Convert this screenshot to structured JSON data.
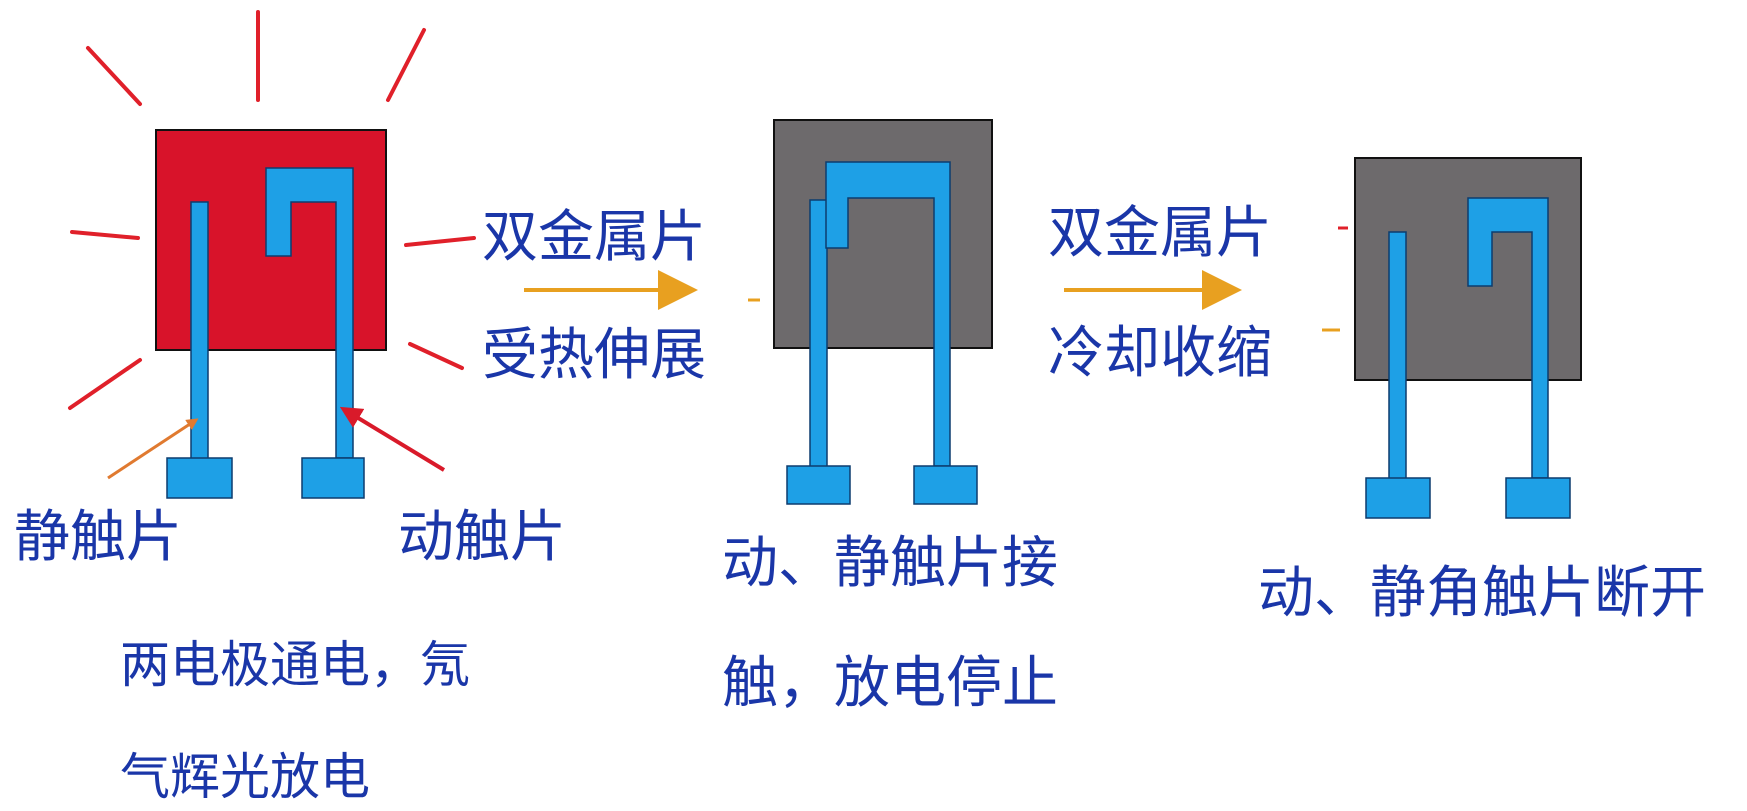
{
  "colors": {
    "text": "#1a36a8",
    "rays": "#e0202a",
    "bulb_glow": "#d8132a",
    "bulb_off": "#6d6a6c",
    "contact": "#1ea0e6",
    "arrow": "#e8a020",
    "pointer_static": "#e07a30",
    "pointer_moving": "#d91a2a"
  },
  "stage1": {
    "static_contact_label": "静触片",
    "moving_contact_label": "动触片",
    "caption_line1": "两电极通电，氖",
    "caption_line2": "气辉光放电"
  },
  "transition1": {
    "line1": "双金属片",
    "line2": "受热伸展"
  },
  "stage2": {
    "caption_line1": "动、静触片接",
    "caption_line2": "触，放电停止"
  },
  "transition2": {
    "line1": "双金属片",
    "line2": "冷却收缩"
  },
  "stage3": {
    "caption": "动、静角触片断开"
  }
}
